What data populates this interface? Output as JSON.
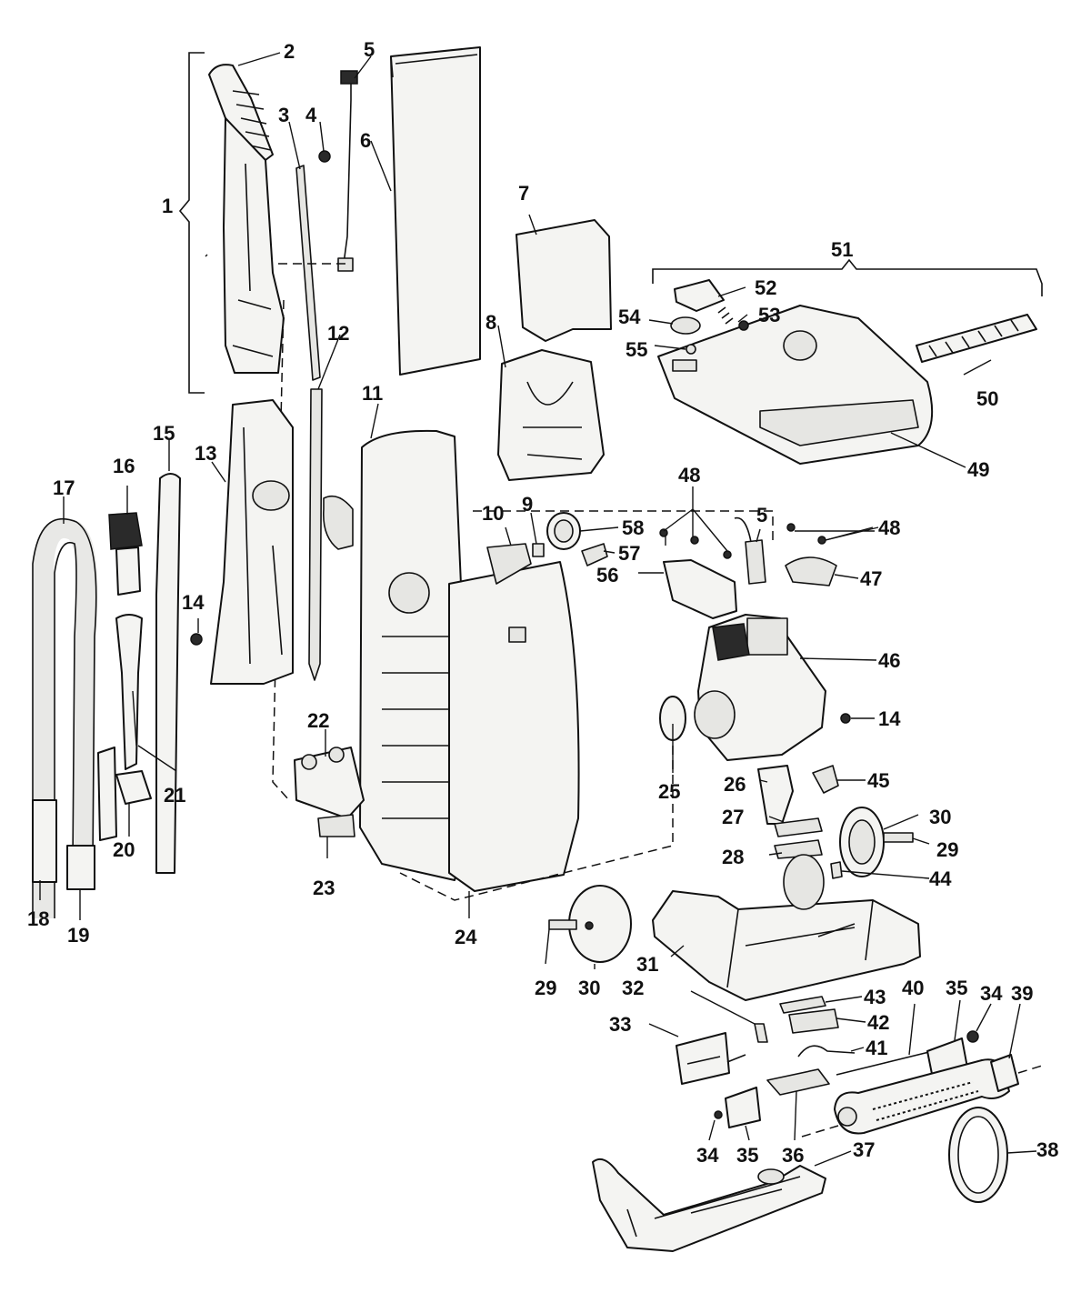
{
  "diagram": {
    "callouts": [
      "1",
      "2",
      "3",
      "4",
      "5",
      "6",
      "7",
      "8",
      "9",
      "10",
      "11",
      "12",
      "13",
      "14",
      "15",
      "16",
      "17",
      "18",
      "19",
      "20",
      "21",
      "22",
      "23",
      "24",
      "25",
      "26",
      "27",
      "28",
      "29",
      "30",
      "31",
      "32",
      "33",
      "34",
      "35",
      "36",
      "37",
      "38",
      "39",
      "40",
      "41",
      "42",
      "43",
      "44",
      "45",
      "46",
      "47",
      "48",
      "49",
      "50",
      "51",
      "52",
      "53",
      "54",
      "55",
      "56",
      "57",
      "58"
    ],
    "duplicate_callouts": {
      "5": "5",
      "14": "14",
      "29": "29",
      "30": "30",
      "34": "34",
      "35": "35",
      "48": "48"
    }
  }
}
